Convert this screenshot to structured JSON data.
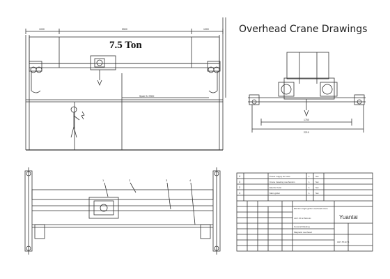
{
  "title": "Overhead Crane Drawings",
  "capacity_label": "7.5 Ton",
  "front_view": {
    "span_label": "Span  S=7500",
    "dim_top_labels": [
      "1000",
      "5500",
      "1000"
    ]
  },
  "side_view": {
    "dim_inner_label": "1750",
    "dim_outer_label": "2210"
  },
  "plan_view": {
    "part_callouts": [
      "1",
      "2",
      "3",
      "4"
    ]
  },
  "title_block": {
    "parts": [
      {
        "no": "4",
        "name": "Power supply for hoist",
        "qty": "1",
        "unit": "Set"
      },
      {
        "no": "3",
        "name": "Crane traveling mechanism",
        "qty": "1",
        "unit": "Set"
      },
      {
        "no": "2",
        "name": "Electric hoist",
        "qty": "1",
        "unit": "Set"
      },
      {
        "no": "1",
        "name": "Main girder",
        "qty": "1",
        "unit": "Set"
      }
    ],
    "drawing_name": "Electric single girder overhead crane",
    "drawing_number": "CD7.5T-S7500-9C",
    "company": "Yuantai",
    "drawing_type": "General Drawing",
    "drawing_subtype": "Magnetic overhead",
    "sheet_code": "CD7.5T-S7.5"
  },
  "colors": {
    "line": "#333333",
    "background": "#ffffff"
  }
}
